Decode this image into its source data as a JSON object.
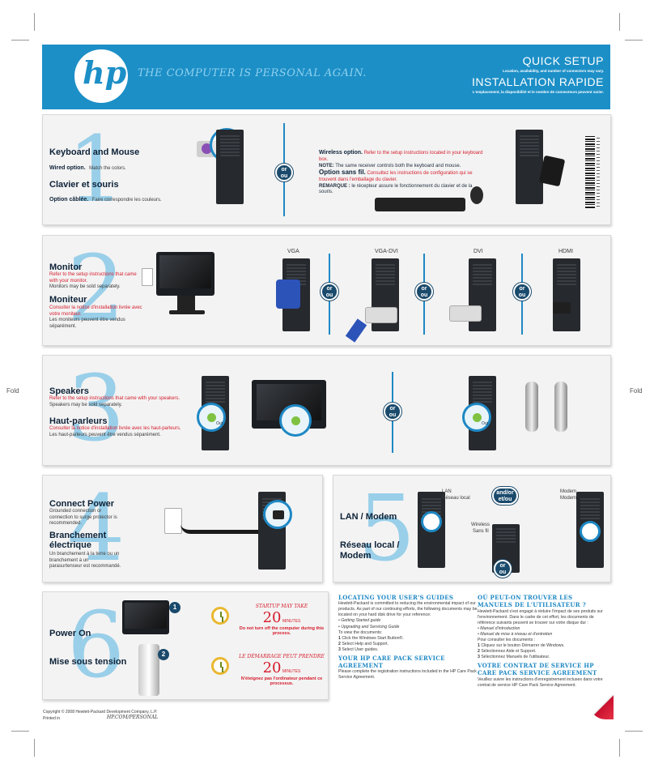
{
  "brand": {
    "logo": "hp",
    "tagline": "THE COMPUTER IS PERSONAL AGAIN."
  },
  "header": {
    "title_en": "QUICK SETUP",
    "note_en": "Location, availability, and number of connectors may vary.",
    "title_fr": "INSTALLATION RAPIDE",
    "note_fr": "L'emplacement, la disponibilité et le nombre de connecteurs peuvent varier."
  },
  "fold_label": "Fold",
  "or_label": {
    "en": "or",
    "fr": "ou"
  },
  "andor_label": {
    "en": "and/or",
    "fr": "et/ou"
  },
  "step1": {
    "number": "1",
    "title_en": "Keyboard and Mouse",
    "wired_en": "Wired option.",
    "wired_en_note": "Match the colors.",
    "title_fr": "Clavier et souris",
    "wired_fr": "Option câblée.",
    "wired_fr_note": "Faire correspondre les couleurs.",
    "wireless_en": "Wireless option.",
    "wireless_en_note": "Refer to the setup instructions located in your keyboard box.",
    "note_label_en": "NOTE:",
    "note_en": "The same receiver controls both the keyboard and mouse.",
    "wireless_fr": "Option sans fil.",
    "wireless_fr_note": "Consultez les instructions de configuration qui se trouvent dans l'emballage du clavier.",
    "note_label_fr": "REMARQUE :",
    "note_fr": "le récepteur assure le fonctionnement du clavier et de la souris."
  },
  "step2": {
    "number": "2",
    "title_en": "Monitor",
    "note_en_red": "Refer to the setup instructions that came with your monitor.",
    "note_en": "Monitors may be sold separately.",
    "title_fr": "Moniteur",
    "note_fr_red": "Consulter la notice d'installation livrée avec votre moniteur.",
    "note_fr": "Les moniteurs peuvent être vendus séparément.",
    "connectors": [
      "VGA",
      "VGA-DVI",
      "DVI",
      "HDMI"
    ]
  },
  "step3": {
    "number": "3",
    "title_en": "Speakers",
    "note_en_red": "Refer to the setup instructions that came with your speakers.",
    "note_en": "Speakers may be sold separately.",
    "title_fr": "Haut-parleurs",
    "note_fr_red": "Consulter la notice d'installation livrée avec les haut-parleurs.",
    "note_fr": "Les haut-parleurs peuvent être vendus séparément.",
    "port_label": "Out"
  },
  "step4": {
    "number": "4",
    "title_en": "Connect Power",
    "note_en": "Grounded connection or connection to surge protector is recommended.",
    "title_fr": "Branchement électrique",
    "note_fr": "Un branchement à la terre ou un branchement à un parasurtenseur est recommandé."
  },
  "step5": {
    "number": "5",
    "title_en": "LAN / Modem",
    "title_fr": "Réseau local / Modem",
    "lan_en": "LAN",
    "lan_fr": "Réseau local",
    "wireless_en": "Wireless",
    "wireless_fr": "Sans fil",
    "modem_en": "Modem",
    "modem_fr": "Modem"
  },
  "step6": {
    "number": "6",
    "title_en": "Power On",
    "title_fr": "Mise sous tension",
    "markers": [
      "1",
      "2"
    ],
    "startup_en": "STARTUP MAY TAKE",
    "minutes_value": "20",
    "minutes_en": "MINUTES",
    "warn_en": "Do not turn off the computer during this process.",
    "startup_fr": "LE DÉMARRAGE PEUT PRENDRE",
    "minutes_fr": "MINUTES",
    "warn_fr": "N'éteignez pas l'ordinateur pendant ce processus."
  },
  "guides": {
    "heading_en": "LOCATING YOUR USER'S GUIDES",
    "intro_en": "Hewlett-Packard is committed to reducing the environmental impact of our products. As part of our continuing efforts, the following documents may be located on your hard disk drive for your reference:",
    "docs_en": [
      "Getting Started guide",
      "Upgrading and Servicing Guide"
    ],
    "view_en": "To view the documents:",
    "steps_en": [
      "Click the Windows Start Button®.",
      "Select Help and Support.",
      "Select User guides."
    ],
    "care_heading_en": "YOUR HP CARE PACK SERVICE AGREEMENT",
    "care_en": "Please complete the registration instructions included in the HP Care Pack Service Agreement.",
    "heading_fr": "OÙ PEUT-ON TROUVER LES MANUELS DE L'UTILISATEUR ?",
    "intro_fr": "Hewlett-Packard s'est engagé à réduire l'impact de ses produits sur l'environnement. Dans le cadre de cet effort, les documents de référence suivants peuvent se trouver sur votre disque dur :",
    "docs_fr": [
      "Manuel d'introduction",
      "Manuel de mise à niveau et d'entretien"
    ],
    "view_fr": "Pour consulter les documents :",
    "steps_fr": [
      "Cliquez sur le bouton Démarrer de Windows.",
      "Sélectionnez Aide et Support.",
      "Sélectionnez Manuels de l'utilisateur."
    ],
    "care_heading_fr": "VOTRE CONTRAT DE SERVICE HP CARE PACK SERVICE AGREEMENT",
    "care_fr": "Veuillez suivre les instructions d'enregistrement incluses dans votre contrat de service HP Care Pack Service Agreement."
  },
  "footer": {
    "copyright": "Copyright © 2008 Hewlett-Packard Development Company, L.P.",
    "printed": "Printed in",
    "url": "HP.COM/PERSONAL"
  },
  "colors": {
    "brand_blue": "#1c8fc7",
    "accent_red": "#d51d2c",
    "number_blue": "#7cc3e6",
    "navy": "#0d2238"
  }
}
